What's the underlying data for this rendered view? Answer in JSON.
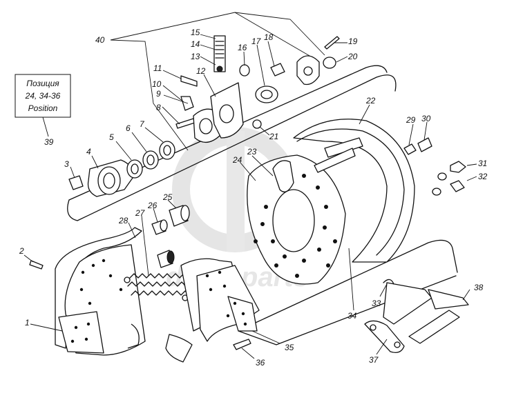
{
  "note_box": {
    "line1": "Позиция",
    "line2": "24, 34-36",
    "line3": "Position"
  },
  "labels": [
    {
      "id": "1",
      "text": "1"
    },
    {
      "id": "2",
      "text": "2"
    },
    {
      "id": "3",
      "text": "3"
    },
    {
      "id": "4",
      "text": "4"
    },
    {
      "id": "5",
      "text": "5"
    },
    {
      "id": "6",
      "text": "6"
    },
    {
      "id": "7",
      "text": "7"
    },
    {
      "id": "8",
      "text": "8"
    },
    {
      "id": "9",
      "text": "9"
    },
    {
      "id": "10",
      "text": "10"
    },
    {
      "id": "11",
      "text": "11"
    },
    {
      "id": "12",
      "text": "12"
    },
    {
      "id": "13",
      "text": "13"
    },
    {
      "id": "14",
      "text": "14"
    },
    {
      "id": "15",
      "text": "15"
    },
    {
      "id": "16",
      "text": "16"
    },
    {
      "id": "17",
      "text": "17"
    },
    {
      "id": "18",
      "text": "18"
    },
    {
      "id": "19",
      "text": "19"
    },
    {
      "id": "20",
      "text": "20"
    },
    {
      "id": "21",
      "text": "21"
    },
    {
      "id": "22",
      "text": "22"
    },
    {
      "id": "23",
      "text": "23"
    },
    {
      "id": "24",
      "text": "24"
    },
    {
      "id": "25",
      "text": "25"
    },
    {
      "id": "26",
      "text": "26"
    },
    {
      "id": "27",
      "text": "27"
    },
    {
      "id": "28",
      "text": "28"
    },
    {
      "id": "29",
      "text": "29"
    },
    {
      "id": "30",
      "text": "30"
    },
    {
      "id": "31",
      "text": "31"
    },
    {
      "id": "32",
      "text": "32"
    },
    {
      "id": "33",
      "text": "33"
    },
    {
      "id": "34",
      "text": "34"
    },
    {
      "id": "35",
      "text": "35"
    },
    {
      "id": "36",
      "text": "36"
    },
    {
      "id": "37",
      "text": "37"
    },
    {
      "id": "38",
      "text": "38"
    },
    {
      "id": "39",
      "text": "39"
    },
    {
      "id": "40",
      "text": "40"
    }
  ],
  "watermark": "drive-parts",
  "colors": {
    "line": "#111111",
    "background": "#ffffff",
    "watermark": "#d6d6d6"
  }
}
